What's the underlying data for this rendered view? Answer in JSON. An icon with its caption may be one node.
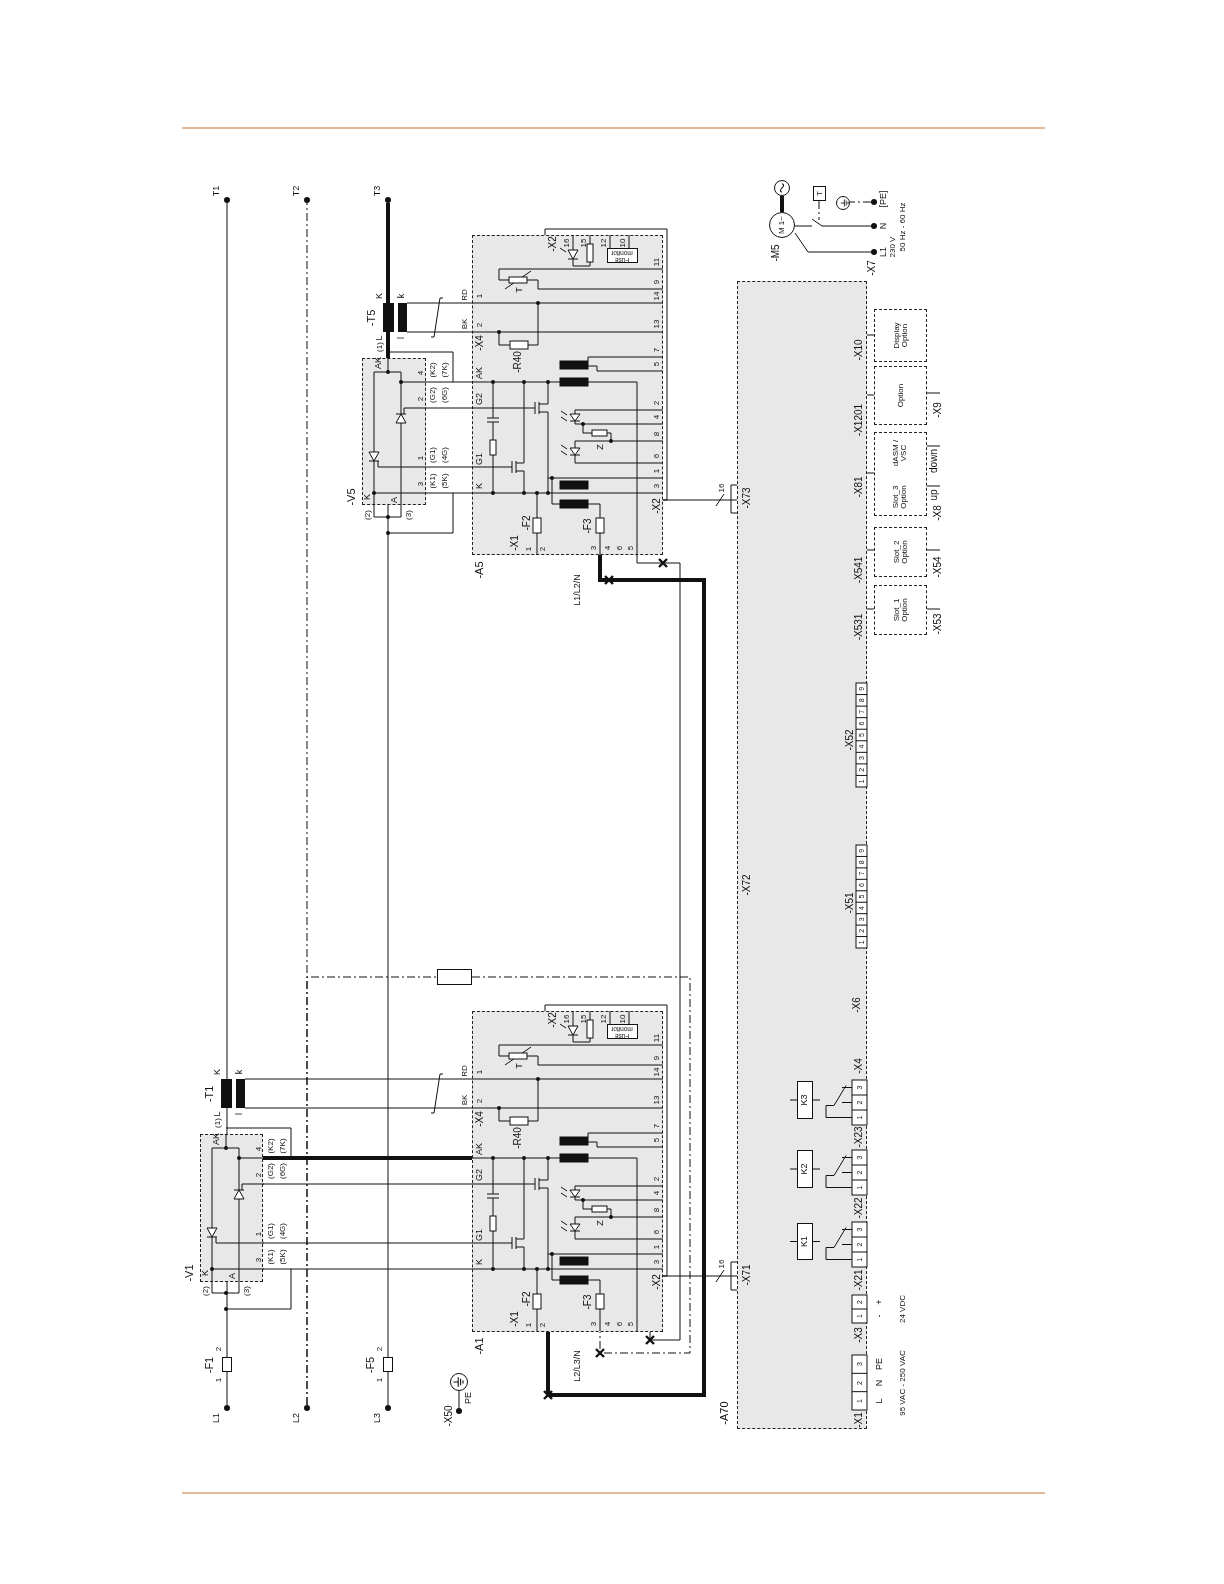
{
  "diagram": {
    "nodes": [
      {
        "text": [
          "T1"
        ]
      },
      {
        "text": [
          "T2"
        ]
      },
      {
        "text": [
          "T3"
        ]
      },
      {
        "text": [
          "L1"
        ]
      },
      {
        "text": [
          "L2"
        ]
      },
      {
        "text": [
          "L3"
        ]
      },
      {
        "text": [
          "-F1"
        ]
      },
      {
        "text": [
          "-F5"
        ]
      },
      {
        "text": [
          "-V1"
        ],
        "beside": [
          "(2)",
          "(3)"
        ]
      },
      {
        "text": [
          "-V5"
        ],
        "beside": [
          "(2)",
          "(3)"
        ]
      },
      {
        "text": [
          "-T1"
        ]
      },
      {
        "text": [
          "-T5"
        ]
      },
      {
        "text": [
          "-A1"
        ]
      },
      {
        "text": [
          "-A5"
        ]
      },
      {
        "text": [
          "Fuse monitor"
        ],
        "in": 12
      },
      {
        "text": [
          "Fuse monitor"
        ],
        "in": 13
      },
      {
        "text": [
          "-A70"
        ]
      },
      {
        "text": [
          "K1"
        ],
        "in": 16
      },
      {
        "text": [
          "K2"
        ],
        "in": 16
      },
      {
        "text": [
          "K3"
        ],
        "in": 16
      },
      {
        "text": [
          "Display Option"
        ]
      },
      {
        "text": [
          "Option"
        ],
        "beside": [
          "-X9"
        ]
      },
      {
        "text": [
          "dASM / VSC",
          "Slot_3 Option"
        ],
        "beside": [
          "-X8",
          "up",
          "down"
        ]
      },
      {
        "text": [
          "Slot_2 Option"
        ],
        "beside": [
          "-X54"
        ]
      },
      {
        "text": [
          "Slot_1 Option"
        ],
        "beside": [
          "-X53"
        ]
      },
      {
        "text": [
          "M 1~"
        ],
        "beside": [
          "-M5"
        ]
      },
      {
        "text": [],
        "shape": "circle"
      },
      {
        "text": [
          "T"
        ]
      },
      {
        "text": [],
        "shape": "circle"
      },
      {
        "text": [
          "L1"
        ],
        "beside": [
          "-X7"
        ]
      },
      {
        "text": [
          "N"
        ]
      },
      {
        "text": [
          "[PE]"
        ]
      },
      {
        "text": [],
        "shape": "circle"
      },
      {
        "text": [
          "PE"
        ],
        "beside": [
          "-X50"
        ]
      },
      {
        "text": [],
        "shape": "box"
      }
    ],
    "edges": [
      {
        "from": 3,
        "to": 6,
        "arrow": "none"
      },
      {
        "from": 6,
        "to": 8,
        "arrow": "none"
      },
      {
        "from": 8,
        "to": 10,
        "arrow": "none"
      },
      {
        "from": 10,
        "to": 0,
        "arrow": "none"
      },
      {
        "from": 4,
        "to": 1,
        "arrow": "none",
        "style": "dashed"
      },
      {
        "from": 5,
        "to": 7,
        "arrow": "none"
      },
      {
        "from": 7,
        "to": 9,
        "arrow": "none"
      },
      {
        "from": 9,
        "to": 11,
        "arrow": "none",
        "style": "thick"
      },
      {
        "from": 11,
        "to": 2,
        "arrow": "none",
        "style": "thick"
      },
      {
        "from": 8,
        "to": 12,
        "arrow": "none",
        "style": "thick"
      },
      {
        "from": 8,
        "to": 12,
        "arrow": "none"
      },
      {
        "from": 8,
        "to": 12,
        "arrow": "none"
      },
      {
        "from": 8,
        "to": 12,
        "arrow": "none"
      },
      {
        "from": 10,
        "to": 12,
        "arrow": "none"
      },
      {
        "from": 10,
        "to": 12,
        "arrow": "none"
      },
      {
        "from": 9,
        "to": 13,
        "arrow": "none"
      },
      {
        "from": 9,
        "to": 13,
        "arrow": "none"
      },
      {
        "from": 9,
        "to": 13,
        "arrow": "none"
      },
      {
        "from": 9,
        "to": 13,
        "arrow": "none"
      },
      {
        "from": 11,
        "to": 13,
        "arrow": "none"
      },
      {
        "from": 11,
        "to": 13,
        "arrow": "none"
      },
      {
        "from": 12,
        "to": 16,
        "arrow": "none"
      },
      {
        "from": 13,
        "to": 16,
        "arrow": "none"
      },
      {
        "from": 13,
        "to": 12,
        "arrow": "none"
      },
      {
        "from": 13,
        "to": 12,
        "arrow": "none",
        "style": "thick"
      },
      {
        "from": 4,
        "to": 34,
        "arrow": "none",
        "style": "dashed"
      },
      {
        "from": 34,
        "to": 12,
        "arrow": "none",
        "style": "dashed"
      },
      {
        "from": 16,
        "to": 20,
        "arrow": "none"
      },
      {
        "from": 16,
        "to": 21,
        "arrow": "none"
      },
      {
        "from": 16,
        "to": 22,
        "arrow": "none"
      },
      {
        "from": 16,
        "to": 23,
        "arrow": "none"
      },
      {
        "from": 16,
        "to": 24,
        "arrow": "none"
      },
      {
        "from": 29,
        "to": 25,
        "arrow": "none"
      },
      {
        "from": 30,
        "to": 25,
        "arrow": "none"
      },
      {
        "from": 31,
        "to": 28,
        "arrow": "none",
        "style": "dashed"
      },
      {
        "from": 26,
        "to": 25,
        "arrow": "none",
        "style": "thick"
      },
      {
        "from": 32,
        "to": 33,
        "arrow": "none"
      },
      {
        "from": 27,
        "to": null,
        "arrow": "none",
        "style": "dashed"
      },
      {
        "from": 12,
        "to": 14,
        "arrow": "none"
      },
      {
        "from": 12,
        "to": 14,
        "arrow": "none"
      },
      {
        "from": 13,
        "to": 15,
        "arrow": "none"
      },
      {
        "from": 13,
        "to": 15,
        "arrow": "none"
      }
    ],
    "labels": [
      "-X2",
      "16",
      "15",
      "12",
      "10",
      "11",
      "T",
      "9",
      "14",
      "RD",
      "1",
      "BK",
      "2",
      "13",
      "-X4",
      "-R40",
      "7",
      "5",
      "AK",
      "G2",
      "G1",
      "K",
      "2",
      "4",
      "8",
      "6",
      "1",
      "3",
      "-X2",
      "Z",
      "-F2",
      "-X1",
      "1",
      "2",
      "-F3",
      "3",
      "4",
      "6",
      "5",
      "L2/L3/N",
      "-X2",
      "16",
      "15",
      "12",
      "10",
      "11",
      "T",
      "9",
      "14",
      "RD",
      "1",
      "BK",
      "2",
      "13",
      "-X4",
      "-R40",
      "7",
      "5",
      "AK",
      "G2",
      "G1",
      "K",
      "2",
      "4",
      "8",
      "6",
      "1",
      "3",
      "-X2",
      "Z",
      "-F2",
      "-X1",
      "1",
      "2",
      "-F3",
      "3",
      "4",
      "6",
      "5",
      "L1/L2/N",
      "AK",
      "(1)",
      "4",
      "(K2)",
      "(7K)",
      "2",
      "(G2)",
      "(6G)",
      "1",
      "(G1)",
      "(4G)",
      "3",
      "(K1)",
      "(5K)",
      "K",
      "A",
      "AK",
      "(1)",
      "4",
      "(K2)",
      "(7K)",
      "2",
      "(G2)",
      "(6G)",
      "1",
      "(G1)",
      "(4G)",
      "3",
      "(K1)",
      "(5K)",
      "K",
      "A",
      "K",
      "L",
      "k",
      "l",
      "K",
      "L",
      "k",
      "l",
      "1",
      "2",
      "1",
      "2",
      "-X72",
      "16",
      "-X71",
      "16",
      "-X73",
      "-X1",
      "1",
      "2",
      "3",
      "L",
      "N",
      "PE",
      "95 VAC - 250 VAC",
      "-X3",
      "1",
      "2",
      "-",
      "+",
      "24 VDC",
      "-X21",
      "1",
      "2",
      "3",
      "-X22",
      "1",
      "2",
      "3",
      "-X23",
      "1",
      "2",
      "3",
      "-X4",
      "-X6",
      "-X51",
      "1",
      "2",
      "3",
      "4",
      "5",
      "6",
      "7",
      "8",
      "9",
      "-X52",
      "1",
      "2",
      "3",
      "4",
      "5",
      "6",
      "7",
      "8",
      "9",
      "-X531",
      "-X541",
      "-X81",
      "-X1201",
      "-X10",
      "230 V",
      "50 Hz - 60 Hz"
    ]
  }
}
